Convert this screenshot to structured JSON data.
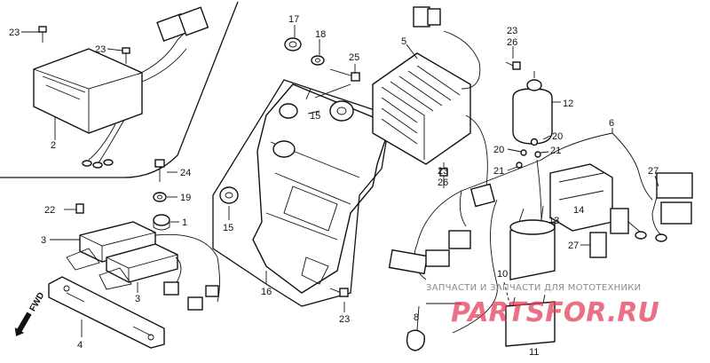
{
  "callouts": [
    {
      "id": "c17",
      "text": "17"
    },
    {
      "id": "c18",
      "text": "18"
    },
    {
      "id": "c25",
      "text": "25"
    },
    {
      "id": "c5",
      "text": "5"
    },
    {
      "id": "c23a",
      "text": "23"
    },
    {
      "id": "c26a",
      "text": "26"
    },
    {
      "id": "c12",
      "text": "12"
    },
    {
      "id": "c6",
      "text": "6"
    },
    {
      "id": "c20a",
      "text": "20"
    },
    {
      "id": "c20b",
      "text": "20"
    },
    {
      "id": "c21a",
      "text": "21"
    },
    {
      "id": "c21b",
      "text": "21"
    },
    {
      "id": "c23b",
      "text": "23"
    },
    {
      "id": "c26b",
      "text": "26"
    },
    {
      "id": "c27a",
      "text": "27"
    },
    {
      "id": "c13",
      "text": "13"
    },
    {
      "id": "c14",
      "text": "14"
    },
    {
      "id": "c27b",
      "text": "27"
    },
    {
      "id": "c15a",
      "text": "15"
    },
    {
      "id": "c15b",
      "text": "15"
    },
    {
      "id": "c16",
      "text": "16"
    },
    {
      "id": "c23c",
      "text": "23"
    },
    {
      "id": "c10",
      "text": "10"
    },
    {
      "id": "c8",
      "text": "8"
    },
    {
      "id": "c11",
      "text": "11"
    },
    {
      "id": "c23d",
      "text": "23"
    },
    {
      "id": "c23e",
      "text": "23"
    },
    {
      "id": "c2",
      "text": "2"
    },
    {
      "id": "c24",
      "text": "24"
    },
    {
      "id": "c19",
      "text": "19"
    },
    {
      "id": "c22",
      "text": "22"
    },
    {
      "id": "c1",
      "text": "1"
    },
    {
      "id": "c3a",
      "text": "3"
    },
    {
      "id": "c3b",
      "text": "3"
    },
    {
      "id": "c4",
      "text": "4"
    }
  ],
  "direction_marker": "FWD",
  "watermark": {
    "line1": "ЗАПЧАСТИ  И   ЗАПЧАСТИ  ДЛЯ МОТОТЕХНИКИ",
    "line2": "PARTSFOR.RU"
  },
  "colors": {
    "ink": "#111111",
    "watermark_red": "#e23a57",
    "watermark_gray": "#8a8a8a"
  }
}
